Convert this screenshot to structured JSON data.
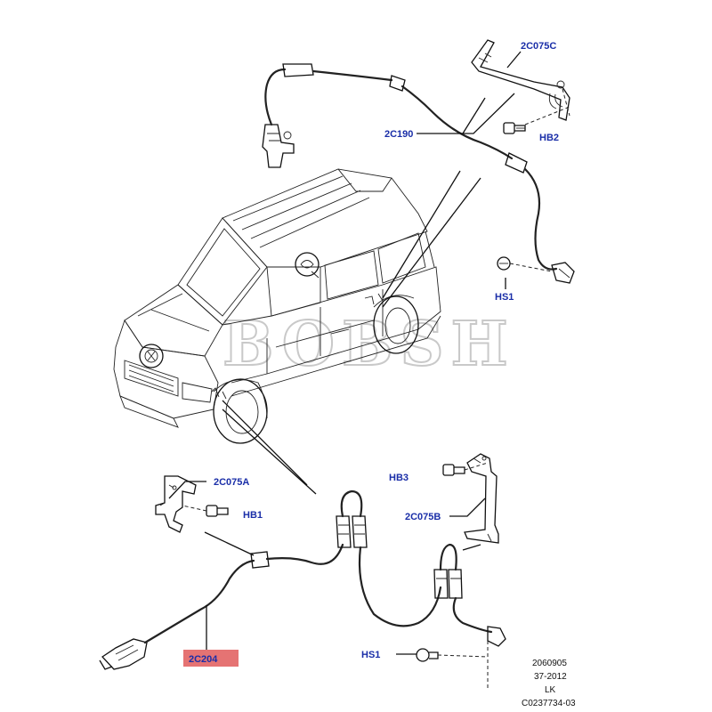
{
  "watermark": "BOBSH",
  "labels": {
    "c075c": "2C075C",
    "hb2": "HB2",
    "c190": "2C190",
    "hs1_top": "HS1",
    "c075a": "2C075A",
    "hb1": "HB1",
    "hb3": "HB3",
    "c075b": "2C075B",
    "hs1_bottom": "HS1",
    "c204": "2C204"
  },
  "reference": {
    "line1": "2060905",
    "line2": "37-2012",
    "line3": "LK",
    "line4": "C0237734-03"
  },
  "colors": {
    "label_blue": "#1a2ea8",
    "highlight": "#e57373"
  }
}
